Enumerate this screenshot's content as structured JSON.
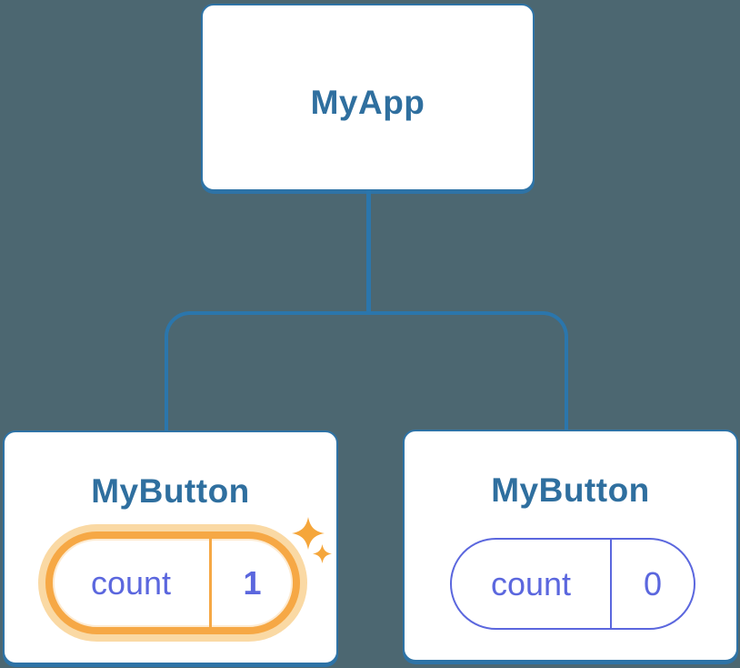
{
  "diagram": {
    "title_hint": "component tree with state",
    "root": {
      "label": "MyApp"
    },
    "children": [
      {
        "label": "MyButton",
        "state": {
          "key": "count",
          "value": "1",
          "highlighted": true
        }
      },
      {
        "label": "MyButton",
        "state": {
          "key": "count",
          "value": "0",
          "highlighted": false
        }
      }
    ]
  },
  "icons": {
    "highlight_effect": "sparkle-icon"
  },
  "colors": {
    "background": "#4C6771",
    "node_fill": "#FFFFFF",
    "node_border": "#2E73A6",
    "node_title": "#2F6F9F",
    "connector": "#2B76AC",
    "state_purple": "#5B67DE",
    "highlight_orange": "#F6A845",
    "highlight_halo": "#FAD9A4",
    "sparkle": "#F5A63B"
  }
}
